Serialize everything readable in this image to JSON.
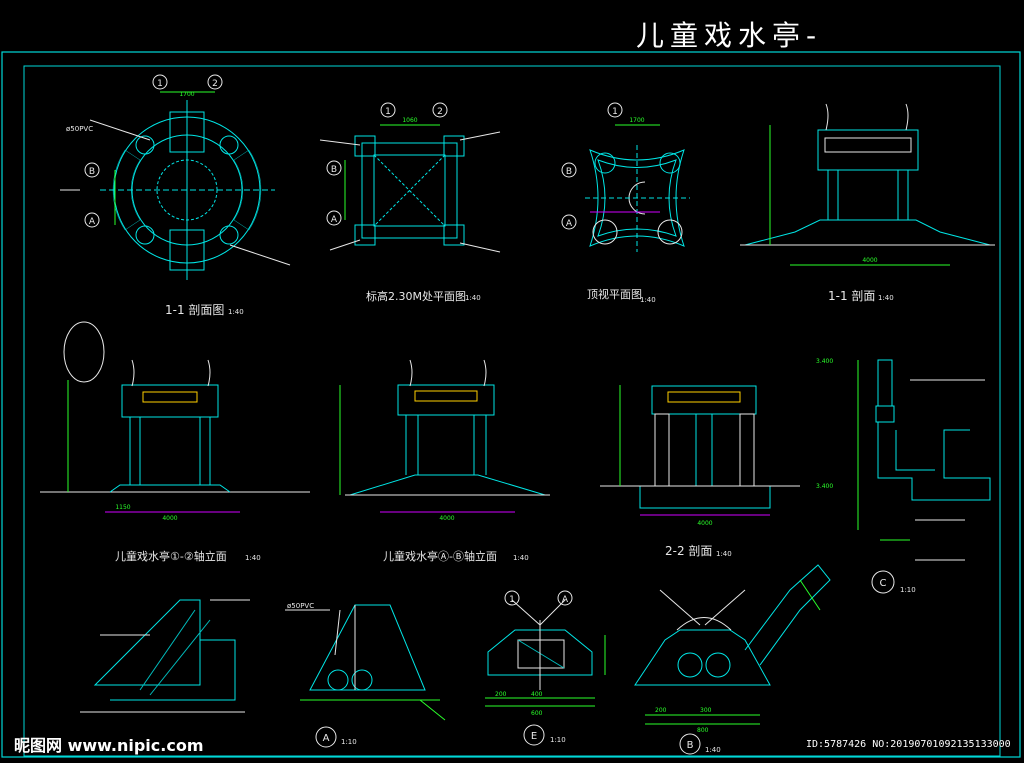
{
  "sheet": {
    "title": "儿童戏水亭-",
    "watermark_left": "昵图网 www.nipic.com",
    "watermark_right": "ID:5787426 NO:20190701092135133000"
  },
  "colors": {
    "background": "#000000",
    "frame": "#00d8d8",
    "line": "#00e5e5",
    "dimension": "#2aff2a",
    "accent": "#e8e8e8",
    "highlight": "#d000ff",
    "title": "#ffffff"
  },
  "drawings": {
    "v1_caption": "1-1 剖面图",
    "v1_scale": "1:40",
    "v2_caption": "标高2.30M处平面图",
    "v2_scale": "1:40",
    "v3_caption": "顶视平面图",
    "v3_scale": "1:40",
    "v4_caption": "1-1 剖面",
    "v4_scale": "1:40",
    "v5_caption": "儿童戏水亭①-②轴立面",
    "v5_scale": "1:40",
    "v6_caption": "儿童戏水亭Ⓐ-Ⓑ轴立面",
    "v6_scale": "1:40",
    "v7_caption": "2-2 剖面",
    "v7_scale": "1:40",
    "v8_scale": "1:10",
    "v10_scale": "1:10",
    "v11_scale": "1:10",
    "v12_scale": "1:40"
  },
  "labels": {
    "axis_1": "1",
    "axis_2": "2",
    "axis_a": "A",
    "axis_b": "B",
    "axis_c": "C",
    "axis_e": "E",
    "pvc_pipe": "ø50PVC",
    "dim_1700": "1700",
    "dim_1060": "1060",
    "dim_4000": "4000",
    "dim_1150": "1150",
    "dim_1700b": "1700",
    "dim_200": "200",
    "dim_400": "400",
    "dim_800": "800",
    "dim_600": "600",
    "dim_300": "300",
    "dim_3400": "3.400",
    "dim_30": "3.400"
  }
}
